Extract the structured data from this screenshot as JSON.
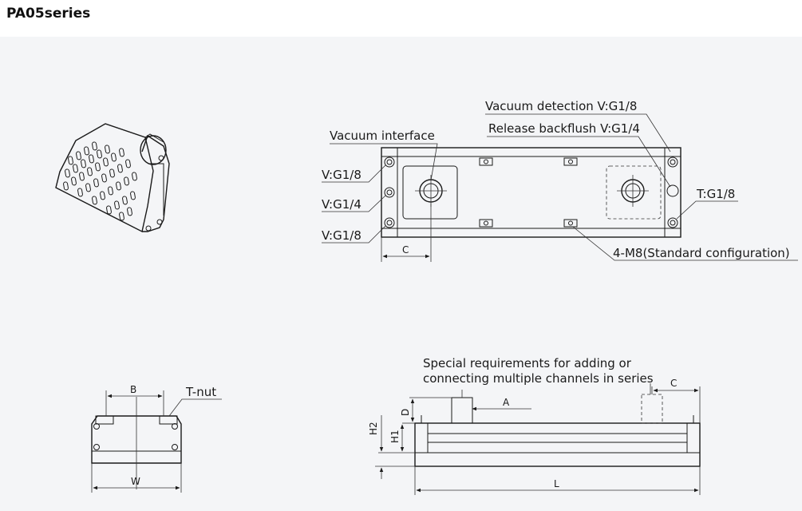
{
  "title": "PA05series",
  "top_view": {
    "vacuum_detection": "Vacuum detection V:G1/8",
    "release_backflush": "Release backflush V:G1/4",
    "vacuum_interface": "Vacuum interface",
    "port_top": "V:G1/8",
    "port_mid": "V:G1/4",
    "port_bottom": "V:G1/8",
    "t_port": "T:G1/8",
    "dim_c": "C",
    "mounting": "4-M8(Standard configuration)"
  },
  "end_view": {
    "dim_b": "B",
    "t_nut": "T-nut",
    "dim_w": "W"
  },
  "side_view": {
    "special_req_line1": "Special requirements for adding or",
    "special_req_line2": "connecting multiple channels in series",
    "dim_c": "C",
    "dim_a": "A",
    "dim_d": "D",
    "dim_h2": "H2",
    "dim_h1": "H1",
    "dim_l": "L"
  }
}
